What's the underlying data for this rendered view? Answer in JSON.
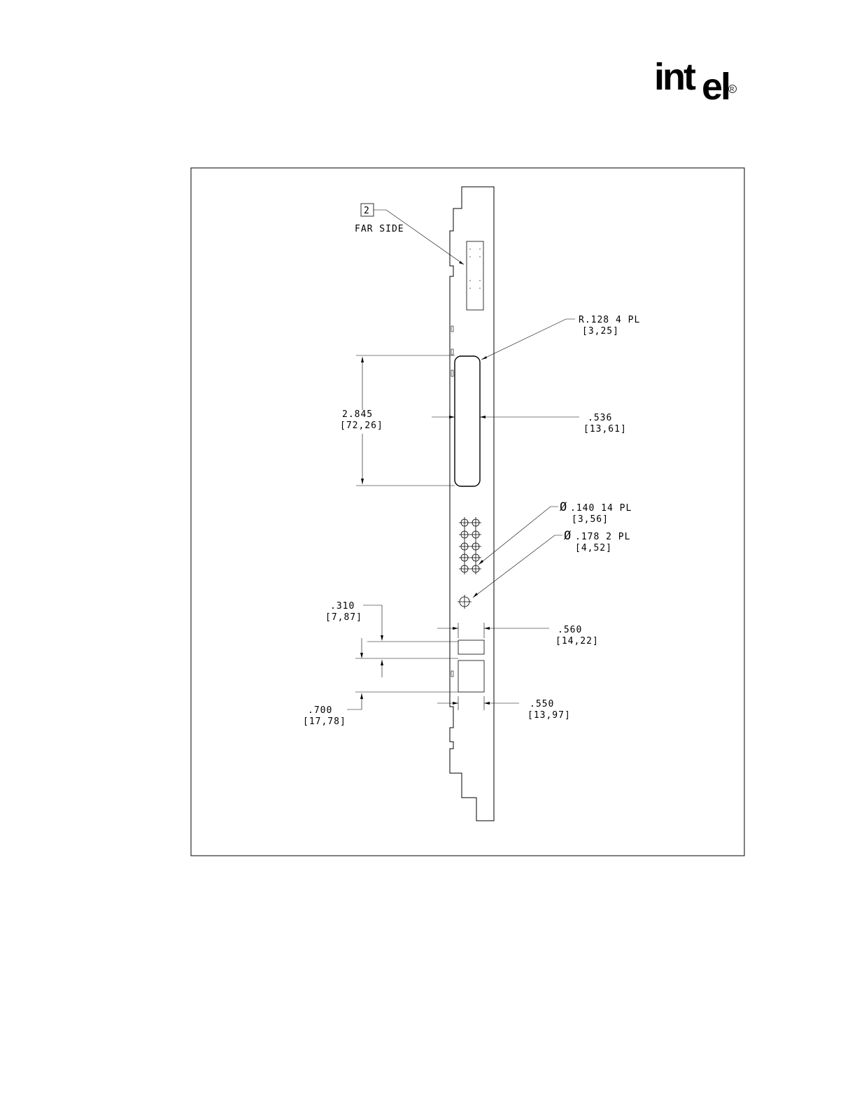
{
  "logo": {
    "text": "int",
    "el_text": "el",
    "registered_mark": "R"
  },
  "callouts": {
    "note_number": "2",
    "far_side": "FAR SIDE",
    "radius_main": "R.128  4 PL",
    "radius_metric": "[3,25]",
    "width_main": ".536",
    "width_metric": "[13,61]",
    "height_main": "2.845",
    "height_metric": "[72,26]",
    "hole_small_main": ".140  14 PL",
    "hole_small_metric": "[3,56]",
    "hole_large_main": ".178  2 PL",
    "hole_large_metric": "[4,52]",
    "dim_310_main": ".310",
    "dim_310_metric": "[7,87]",
    "dim_560_main": ".560",
    "dim_560_metric": "[14,22]",
    "dim_700_main": ".700",
    "dim_700_metric": "[17,78]",
    "dim_550_main": ".550",
    "dim_550_metric": "[13,97]",
    "diameter_symbol": "Ø"
  },
  "colors": {
    "ink": "#000000",
    "paper": "#ffffff"
  }
}
